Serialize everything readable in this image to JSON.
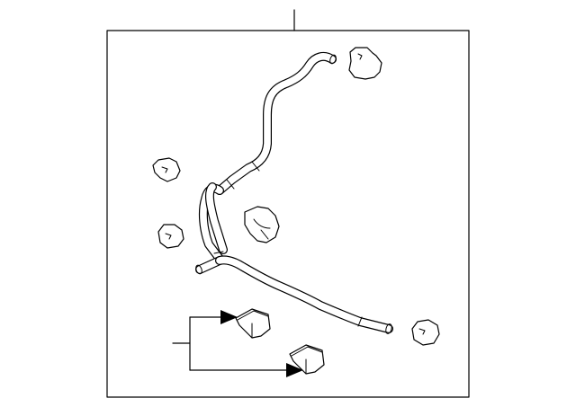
{
  "diagram": {
    "type": "exploded-parts-diagram",
    "labels": [],
    "components": {
      "hose": "hose-assembly",
      "clips": [
        "clip",
        "clip",
        "clip",
        "clip",
        "clip"
      ],
      "grommets": [
        "grommet",
        "grommet"
      ]
    },
    "colors": {
      "stroke": "#000000",
      "background": "#ffffff"
    }
  }
}
